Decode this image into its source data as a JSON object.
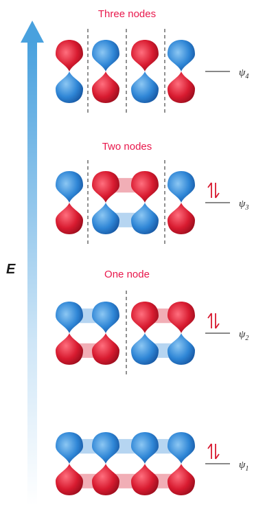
{
  "axis": {
    "label": "E"
  },
  "orbitals": [
    {
      "title": "Three nodes",
      "psi": "ψ",
      "sub": "4",
      "electrons": "",
      "phases": [
        1,
        -1,
        1,
        -1
      ],
      "nodes": 3,
      "bonds": [
        false,
        false,
        false
      ]
    },
    {
      "title": "Two nodes",
      "psi": "ψ",
      "sub": "3",
      "electrons": "↿⇂",
      "phases": [
        -1,
        1,
        1,
        -1
      ],
      "nodes": 2,
      "bonds": [
        false,
        true,
        false
      ]
    },
    {
      "title": "One node",
      "psi": "ψ",
      "sub": "2",
      "electrons": "↿⇂",
      "phases": [
        -1,
        -1,
        1,
        1
      ],
      "nodes": 1,
      "bonds": [
        true,
        false,
        true
      ]
    },
    {
      "title": "",
      "psi": "ψ",
      "sub": "1",
      "electrons": "↿⇂",
      "phases": [
        -1,
        -1,
        -1,
        -1
      ],
      "nodes": 0,
      "bonds": [
        true,
        true,
        true
      ]
    }
  ],
  "colors": {
    "red": "#d8182f",
    "blue": "#2f86d6",
    "arrow": "#4aa0dc",
    "title": "#e8174b"
  },
  "occupancy": [
    0,
    2,
    2,
    2
  ]
}
